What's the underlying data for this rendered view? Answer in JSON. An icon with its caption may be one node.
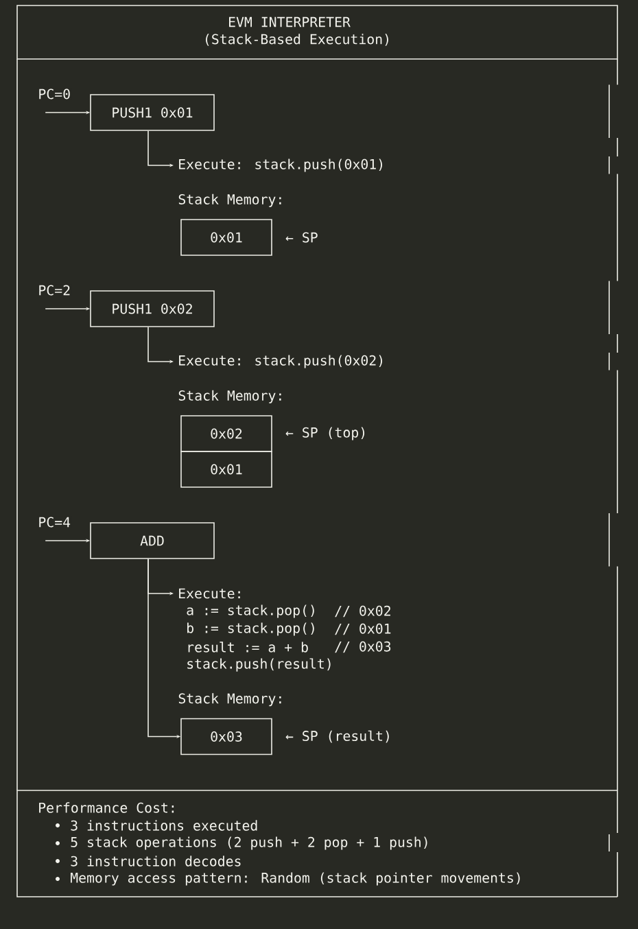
{
  "diagram": {
    "nodes": [
      {
        "text": [
          "EVM INTERPRETER",
          "(Stack-Based Execution)"
        ]
      },
      {
        "text": [
          "PUSH1 0x01"
        ]
      },
      {
        "text": [
          "Execute: stack.push(0x01)"
        ]
      },
      {
        "text": [
          "0x01"
        ],
        "beside": [
          "Stack Memory:",
          "← SP"
        ]
      },
      {
        "text": [
          "PUSH1 0x02"
        ]
      },
      {
        "text": [
          "Execute: stack.push(0x02)"
        ]
      },
      {
        "text": [
          "0x02"
        ],
        "beside": [
          "Stack Memory:",
          "← SP (top)"
        ]
      },
      {
        "text": [
          "0x01"
        ]
      },
      {
        "text": [
          "ADD"
        ]
      },
      {
        "text": [
          "Execute:",
          "a := stack.pop()",
          "// 0x02",
          "b := stack.pop()",
          "// 0x01",
          "result := a + b",
          "// 0x03",
          "stack.push(result)"
        ]
      },
      {
        "text": [
          "0x03"
        ],
        "beside": [
          "Stack Memory:",
          "← SP (result)"
        ]
      },
      {
        "text": [
          "Performance Cost:",
          "3 instructions executed",
          "5 stack operations (2 push + 2 pop + 1 push)",
          "3 instruction decodes",
          "Memory access pattern: Random (stack pointer movements)"
        ]
      }
    ],
    "edges": [
      {
        "from": null,
        "to": 1,
        "arrow": "to",
        "label": "PC=0"
      },
      {
        "from": 1,
        "to": 2,
        "arrow": "to"
      },
      {
        "from": null,
        "to": 4,
        "arrow": "to",
        "label": "PC=2"
      },
      {
        "from": 4,
        "to": 5,
        "arrow": "to"
      },
      {
        "from": null,
        "to": 8,
        "arrow": "to",
        "label": "PC=4"
      },
      {
        "from": 8,
        "to": 9,
        "arrow": "to"
      },
      {
        "from": 8,
        "to": 10,
        "arrow": "to"
      }
    ]
  }
}
